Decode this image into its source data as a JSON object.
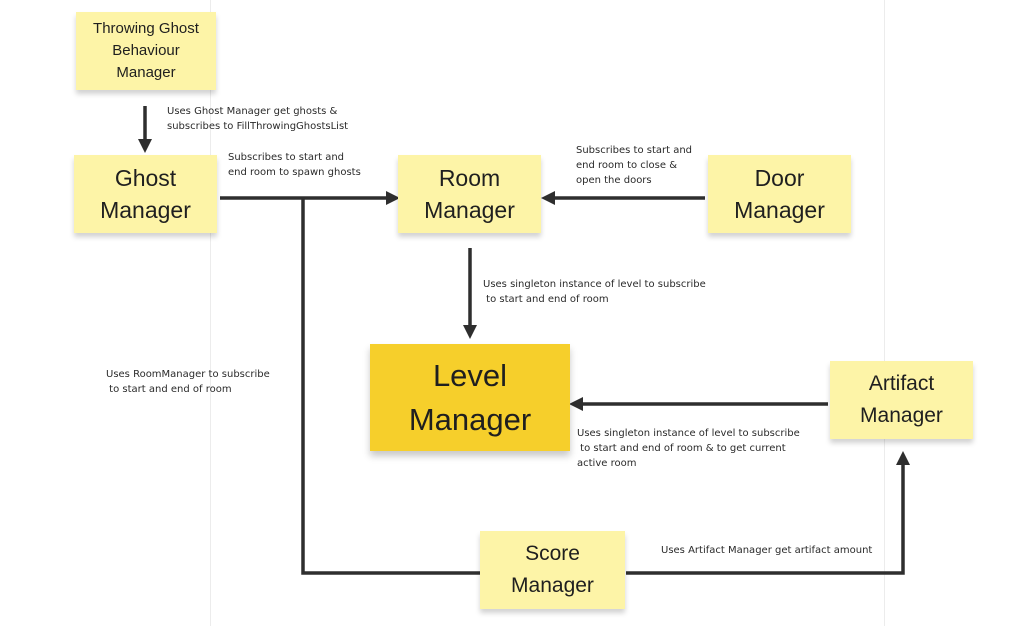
{
  "notes": {
    "throwing_ghost": [
      "Throwing Ghost",
      "Behaviour",
      "Manager"
    ],
    "ghost": [
      "Ghost",
      "Manager"
    ],
    "room": [
      "Room",
      "Manager"
    ],
    "door": [
      "Door",
      "Manager"
    ],
    "level": [
      "Level",
      "Manager"
    ],
    "artifact": [
      "Artifact",
      "Manager"
    ],
    "score": [
      "Score",
      "Manager"
    ]
  },
  "labels": {
    "throwing_to_ghost": "Uses Ghost Manager get ghosts &\nsubscribes to FillThrowingGhostsList",
    "ghost_to_room": "Subscribes to start and\nend room to spawn ghosts",
    "door_to_room": "Subscribes to start and\nend room to close &\nopen the doors",
    "room_to_level": "Uses singleton instance of level to subscribe\n to start and end of room",
    "score_to_room": "Uses RoomManager to subscribe\n to start and end of room",
    "artifact_to_level": "Uses singleton instance of level to subscribe\n to start and end of room & to get current\nactive room",
    "score_to_artifact": "Uses Artifact Manager get artifact amount"
  },
  "colors": {
    "note": "#fdf4a7",
    "note_highlight": "#f6cf2b",
    "connector": "#2e2e2e"
  }
}
